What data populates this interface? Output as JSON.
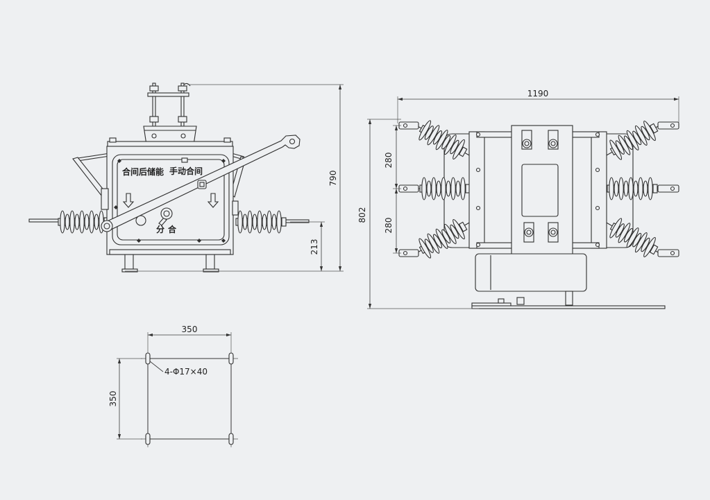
{
  "front_view": {
    "label_store_after_close": "合间后储能",
    "label_manual_close": "手动合间",
    "label_open": "分",
    "label_close": "合",
    "dim_overall_height": "790",
    "dim_terminal_height": "213"
  },
  "side_view": {
    "dim_overall_width": "1190",
    "dim_phase_spacing_upper": "280",
    "dim_phase_spacing_lower": "280",
    "dim_overall_height": "802"
  },
  "mounting_plan": {
    "dim_hole_spacing_x": "350",
    "dim_hole_spacing_y": "350",
    "hole_spec": "4-Φ17×40"
  },
  "colors": {
    "background": "#eef0f2",
    "line": "#2f2f2f"
  }
}
